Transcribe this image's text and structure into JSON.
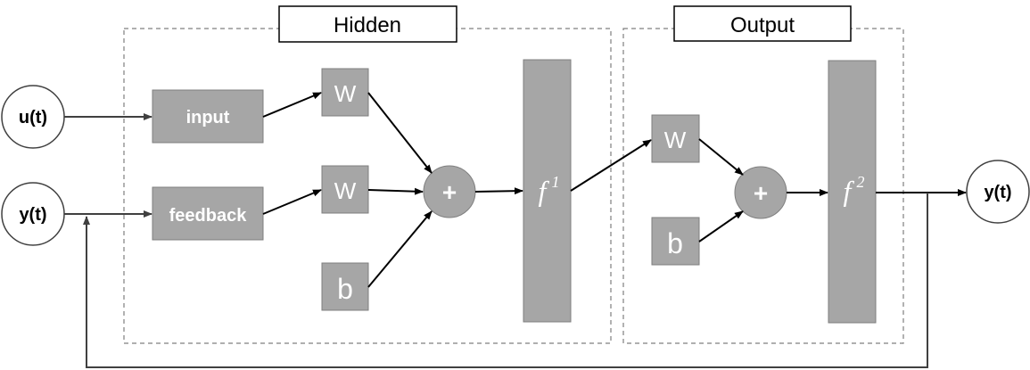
{
  "regions": {
    "hidden_title": "Hidden",
    "output_title": "Output"
  },
  "nodes": {
    "u": "u(t)",
    "y_in": "y(t)",
    "y_out": "y(t)"
  },
  "hidden": {
    "input_label": "input",
    "feedback_label": "feedback",
    "w1": "W",
    "w2": "W",
    "b": "b",
    "sum": "+",
    "activation_base": "f",
    "activation_sup": "1"
  },
  "output": {
    "w": "W",
    "b": "b",
    "sum": "+",
    "activation_base": "f",
    "activation_sup": "2"
  },
  "colors": {
    "box_fill": "#a6a6a6",
    "line": "#000000"
  }
}
